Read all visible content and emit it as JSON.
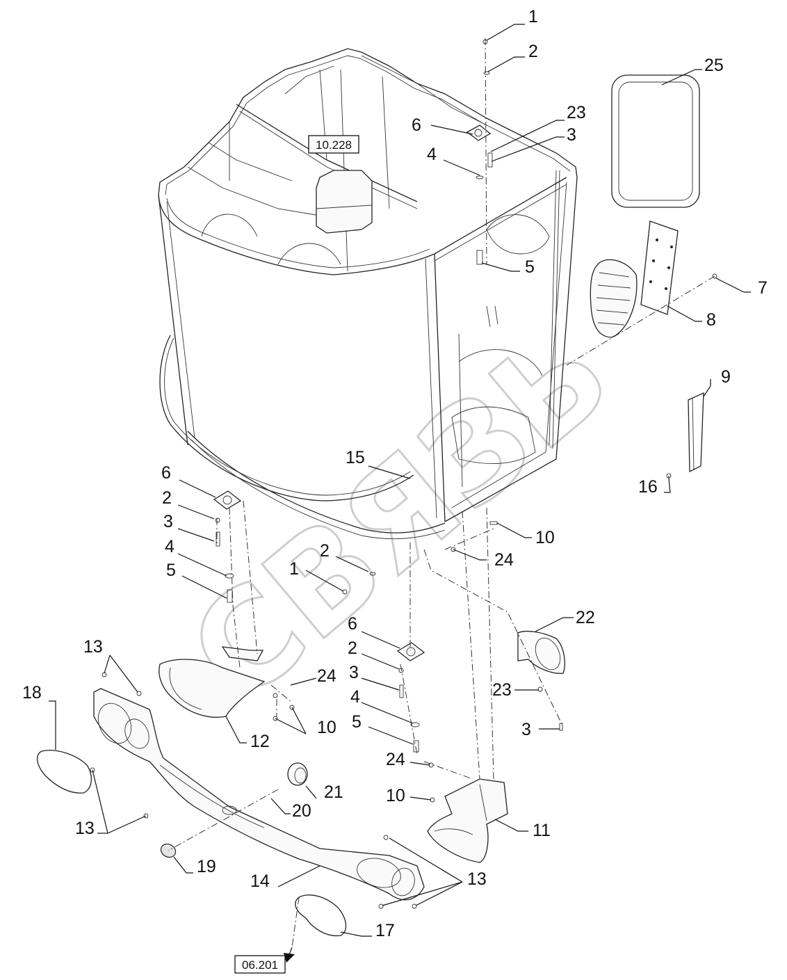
{
  "callouts": [
    {
      "id": "c1a",
      "label": "1"
    },
    {
      "id": "c2a",
      "label": "2"
    },
    {
      "id": "c25",
      "label": "25"
    },
    {
      "id": "c23a",
      "label": "23"
    },
    {
      "id": "c6a",
      "label": "6"
    },
    {
      "id": "c3a",
      "label": "3"
    },
    {
      "id": "c4a",
      "label": "4"
    },
    {
      "id": "c5a",
      "label": "5"
    },
    {
      "id": "c7",
      "label": "7"
    },
    {
      "id": "c8",
      "label": "8"
    },
    {
      "id": "c9",
      "label": "9"
    },
    {
      "id": "c16",
      "label": "16"
    },
    {
      "id": "c15",
      "label": "15"
    },
    {
      "id": "c6b",
      "label": "6"
    },
    {
      "id": "c2b",
      "label": "2"
    },
    {
      "id": "c3b",
      "label": "3"
    },
    {
      "id": "c4b",
      "label": "4"
    },
    {
      "id": "c5b",
      "label": "5"
    },
    {
      "id": "c10a",
      "label": "10"
    },
    {
      "id": "c24a",
      "label": "24"
    },
    {
      "id": "c2c",
      "label": "2"
    },
    {
      "id": "c1b",
      "label": "1"
    },
    {
      "id": "c22",
      "label": "22"
    },
    {
      "id": "c6c",
      "label": "6"
    },
    {
      "id": "c2d",
      "label": "2"
    },
    {
      "id": "c3c",
      "label": "3"
    },
    {
      "id": "c4c",
      "label": "4"
    },
    {
      "id": "c5c",
      "label": "5"
    },
    {
      "id": "c24b",
      "label": "24"
    },
    {
      "id": "c10b",
      "label": "10"
    },
    {
      "id": "c23b",
      "label": "23"
    },
    {
      "id": "c3d",
      "label": "3"
    },
    {
      "id": "c13a",
      "label": "13"
    },
    {
      "id": "c18",
      "label": "18"
    },
    {
      "id": "c24c",
      "label": "24"
    },
    {
      "id": "c10c",
      "label": "10"
    },
    {
      "id": "c12",
      "label": "12"
    },
    {
      "id": "c13b",
      "label": "13"
    },
    {
      "id": "c21",
      "label": "21"
    },
    {
      "id": "c20",
      "label": "20"
    },
    {
      "id": "c19",
      "label": "19"
    },
    {
      "id": "c11",
      "label": "11"
    },
    {
      "id": "c14",
      "label": "14"
    },
    {
      "id": "c13c",
      "label": "13"
    },
    {
      "id": "c17",
      "label": "17"
    }
  ],
  "references": [
    {
      "id": "ref-top",
      "label": "10.228"
    },
    {
      "id": "ref-bottom",
      "label": "06.201"
    }
  ],
  "watermark": {
    "text": "СВЯЗЬ"
  },
  "colors": {
    "line": "#111111",
    "background": "#ffffff",
    "watermark": "#c9c9c9"
  }
}
